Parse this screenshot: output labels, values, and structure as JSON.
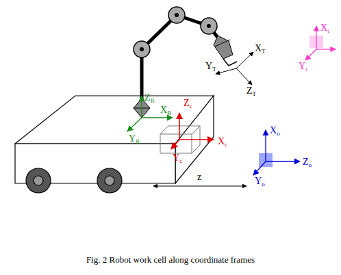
{
  "diagram": {
    "caption": "Fig. 2 Robot work cell along coordinate frames",
    "labels": [
      "ZR",
      "XR",
      "YR",
      "Zc",
      "Xc",
      "Yc",
      "XT",
      "YT",
      "ZT",
      "Xt",
      "Yt",
      "Xo",
      "Zo",
      "Yo",
      "z"
    ]
  }
}
